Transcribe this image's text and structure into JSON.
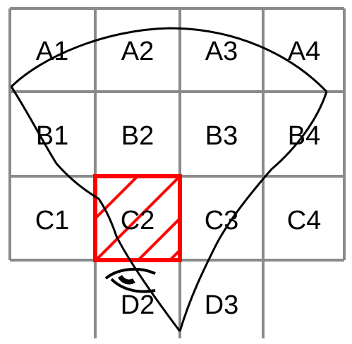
{
  "grid": {
    "rows": [
      [
        "A1",
        "A2",
        "A3",
        "A4"
      ],
      [
        "B1",
        "B2",
        "B3",
        "B4"
      ],
      [
        "C1",
        "C2",
        "C3",
        "C4"
      ],
      [
        "",
        "D2",
        "D3",
        ""
      ]
    ],
    "line_color": "#8a8a8a"
  },
  "highlight": {
    "cell": "C2",
    "color": "#ff0000",
    "pattern": "diagonal-hatch"
  },
  "field_of_view": {
    "outline_color": "#000000"
  },
  "eye": {
    "icon": "eye-icon",
    "cell": "D2"
  }
}
